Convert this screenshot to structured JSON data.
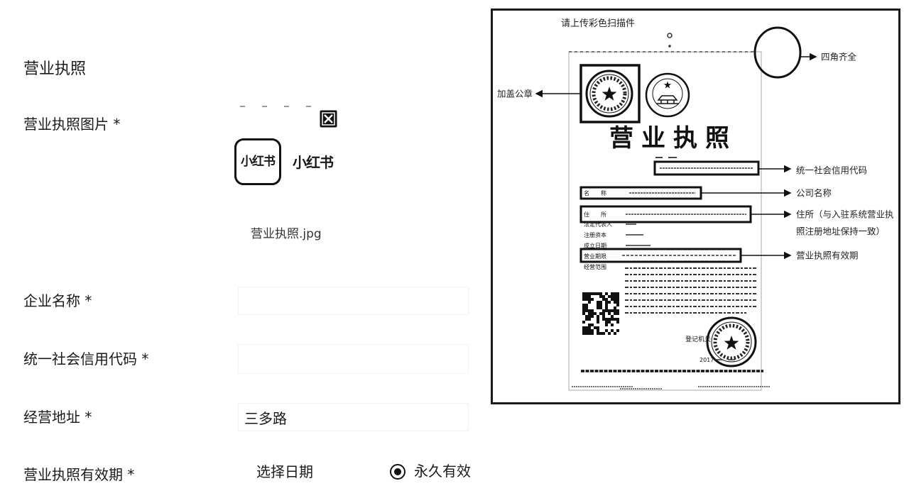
{
  "form": {
    "section_title": "营业执照",
    "license_image": {
      "label": "营业执照图片 *",
      "remove_icon": "close-box-icon",
      "thumbnail_icon": "xiaohongshu-logo",
      "thumbnail_logo_text": "小红书",
      "thumbnail_brand_text": "小红书",
      "file_name": "营业执照.jpg"
    },
    "company_name": {
      "label": "企业名称 *"
    },
    "credit_code": {
      "label": "统一社会信用代码 *"
    },
    "address": {
      "label": "经营地址 *",
      "value": "三多路"
    },
    "validity": {
      "label": "营业执照有效期 *",
      "date_placeholder": "选择日期",
      "permanent_option": "永久有效",
      "permanent_selected": true,
      "radio_icon": "radio-checked-icon"
    }
  },
  "sample": {
    "caption": "请上传彩色扫描件",
    "document": {
      "title": "营业执照",
      "field_name": "名　　称",
      "field_address": "住　　所",
      "field_legal_rep": "法定代表人",
      "field_capital": "注册资本",
      "field_established": "成立日期",
      "field_term": "营业期限",
      "field_scope": "经营范围",
      "authority": "登记机关",
      "year": "2017"
    },
    "annotations": {
      "corners": "四角齐全",
      "seal": "加盖公章",
      "credit_code": "统一社会信用代码",
      "company_name": "公司名称",
      "address_line1": "住所（与入驻系统营业执",
      "address_line2": "照注册地址保持一致）",
      "validity": "营业执照有效期"
    }
  }
}
